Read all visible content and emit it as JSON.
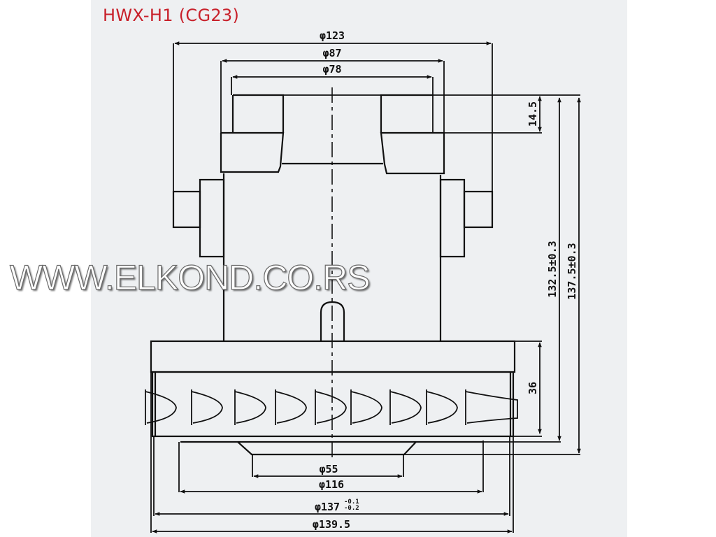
{
  "title": "HWX-H1 (CG23)",
  "watermark": "WWW.ELKOND.CO.RS",
  "colors": {
    "title": "#c8202a",
    "panel_background": "#eef0f2",
    "page_background": "#ffffff",
    "line": "#111111"
  },
  "dimensions": {
    "top": {
      "d123": "φ123",
      "d87": "φ87",
      "d78": "φ78"
    },
    "right": {
      "h14_5": "14.5",
      "h132_5": "132.5±0.3",
      "h137_5": "137.5±0.3",
      "h36": "36"
    },
    "bottom": {
      "d55": "φ55",
      "d116": "φ116",
      "d137": "φ137",
      "d137_tol_upper": "-0.1",
      "d137_tol_lower": "-0.2",
      "d139_5": "φ139.5"
    }
  }
}
